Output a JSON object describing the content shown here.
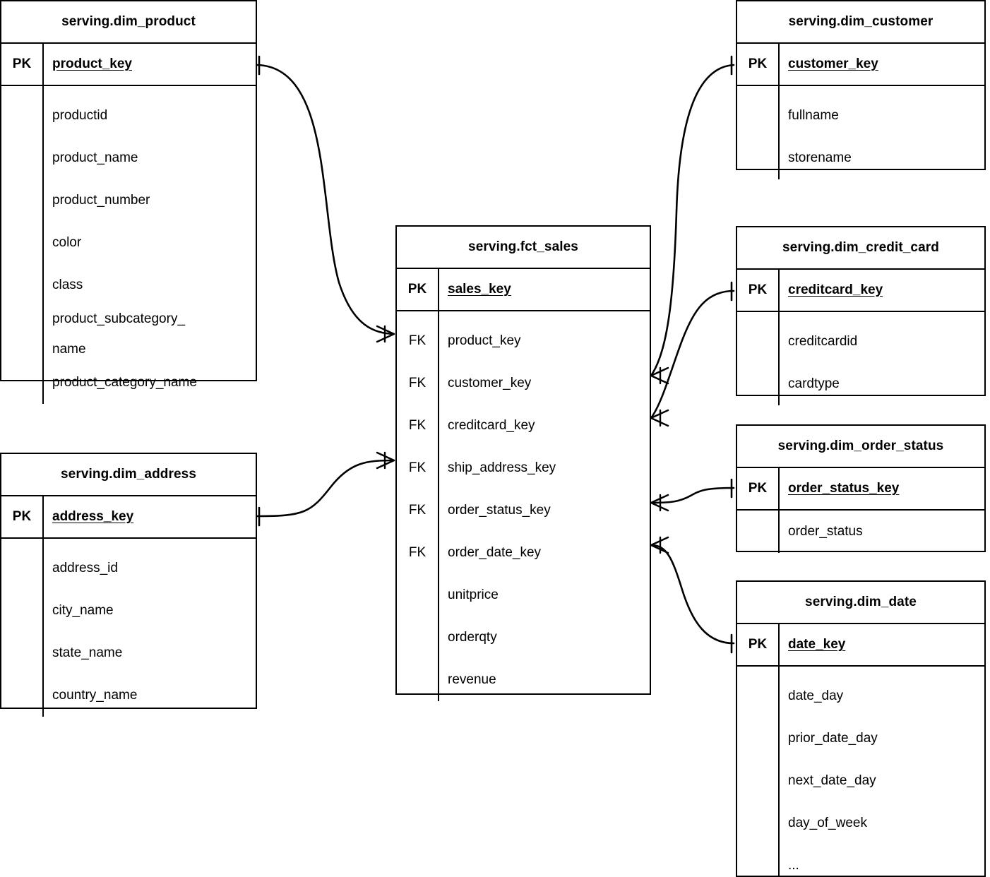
{
  "diagram": {
    "title": "Star schema ER diagram",
    "notation": "crow's-foot",
    "stroke_color": "#000000",
    "background_color": "#ffffff",
    "pk_tag": "PK",
    "fk_tag": "FK"
  },
  "entities": {
    "dim_product": {
      "title": "serving.dim_product",
      "pk": {
        "tag": "PK",
        "name": "product_key"
      },
      "attributes": [
        {
          "tag": "",
          "name": "productid"
        },
        {
          "tag": "",
          "name": "product_name"
        },
        {
          "tag": "",
          "name": "product_number"
        },
        {
          "tag": "",
          "name": "color"
        },
        {
          "tag": "",
          "name": "class"
        },
        {
          "tag": "",
          "name": "product_subcategory_name",
          "line1": "product_subcategory_",
          "line2": "name"
        },
        {
          "tag": "",
          "name": "product_category_name"
        }
      ]
    },
    "dim_address": {
      "title": "serving.dim_address",
      "pk": {
        "tag": "PK",
        "name": "address_key"
      },
      "attributes": [
        {
          "tag": "",
          "name": "address_id"
        },
        {
          "tag": "",
          "name": "city_name"
        },
        {
          "tag": "",
          "name": "state_name"
        },
        {
          "tag": "",
          "name": "country_name"
        }
      ]
    },
    "fct_sales": {
      "title": "serving.fct_sales",
      "pk": {
        "tag": "PK",
        "name": "sales_key"
      },
      "attributes": [
        {
          "tag": "FK",
          "name": "product_key"
        },
        {
          "tag": "FK",
          "name": "customer_key"
        },
        {
          "tag": "FK",
          "name": "creditcard_key"
        },
        {
          "tag": "FK",
          "name": "ship_address_key"
        },
        {
          "tag": "FK",
          "name": "order_status_key"
        },
        {
          "tag": "FK",
          "name": "order_date_key"
        },
        {
          "tag": "",
          "name": "unitprice"
        },
        {
          "tag": "",
          "name": "orderqty"
        },
        {
          "tag": "",
          "name": "revenue"
        }
      ]
    },
    "dim_customer": {
      "title": "serving.dim_customer",
      "pk": {
        "tag": "PK",
        "name": "customer_key"
      },
      "attributes": [
        {
          "tag": "",
          "name": "fullname"
        },
        {
          "tag": "",
          "name": "storename"
        }
      ]
    },
    "dim_credit_card": {
      "title": "serving.dim_credit_card",
      "pk": {
        "tag": "PK",
        "name": "creditcard_key"
      },
      "attributes": [
        {
          "tag": "",
          "name": "creditcardid"
        },
        {
          "tag": "",
          "name": "cardtype"
        }
      ]
    },
    "dim_order_status": {
      "title": "serving.dim_order_status",
      "pk": {
        "tag": "PK",
        "name": "order_status_key"
      },
      "attributes": [
        {
          "tag": "",
          "name": "order_status"
        }
      ]
    },
    "dim_date": {
      "title": "serving.dim_date",
      "pk": {
        "tag": "PK",
        "name": "date_key"
      },
      "attributes": [
        {
          "tag": "",
          "name": "date_day"
        },
        {
          "tag": "",
          "name": "prior_date_day"
        },
        {
          "tag": "",
          "name": "next_date_day"
        },
        {
          "tag": "",
          "name": "day_of_week"
        },
        {
          "tag": "",
          "name": "..."
        }
      ]
    }
  },
  "relationships": [
    {
      "from": "dim_product.product_key",
      "to": "fct_sales.product_key",
      "from_cardinality": "one",
      "to_cardinality": "many"
    },
    {
      "from": "dim_address.address_key",
      "to": "fct_sales.ship_address_key",
      "from_cardinality": "one",
      "to_cardinality": "many"
    },
    {
      "from": "dim_customer.customer_key",
      "to": "fct_sales.customer_key",
      "from_cardinality": "one",
      "to_cardinality": "many"
    },
    {
      "from": "dim_credit_card.creditcard_key",
      "to": "fct_sales.creditcard_key",
      "from_cardinality": "one",
      "to_cardinality": "many"
    },
    {
      "from": "dim_order_status.order_status_key",
      "to": "fct_sales.order_status_key",
      "from_cardinality": "one",
      "to_cardinality": "many"
    },
    {
      "from": "dim_date.date_key",
      "to": "fct_sales.order_date_key",
      "from_cardinality": "one",
      "to_cardinality": "many"
    }
  ]
}
